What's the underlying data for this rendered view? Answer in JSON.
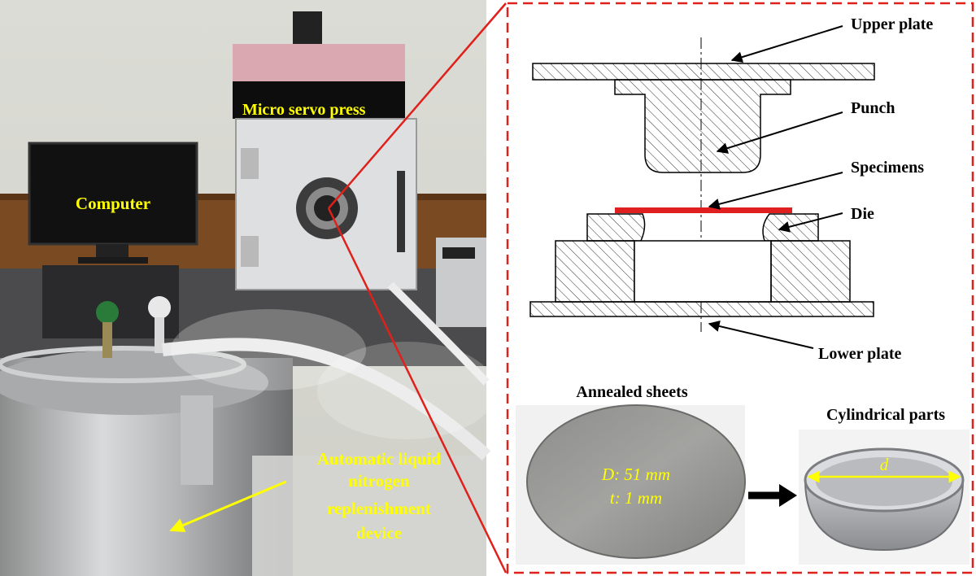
{
  "photo_labels": {
    "press": "Micro servo press",
    "computer": "Computer",
    "refill_line1": "Automatic liquid",
    "refill_line2": "nitrogen",
    "refill_line3": "replenishment",
    "refill_line4": "device"
  },
  "diagram_labels": {
    "upper_plate": "Upper plate",
    "punch": "Punch",
    "specimens": "Specimens",
    "die": "Die",
    "lower_plate": "Lower plate"
  },
  "sample_labels": {
    "annealed": "Annealed sheets",
    "cylindrical": "Cylindrical parts",
    "d_symbol": "D",
    "d_value": ": 51 mm",
    "t_symbol": "t",
    "t_value": ": 1 mm",
    "small_d": "d"
  },
  "colors": {
    "callout_red": "#e0201a",
    "label_yellow": "#ffff00",
    "specimen_red": "#e02020"
  }
}
